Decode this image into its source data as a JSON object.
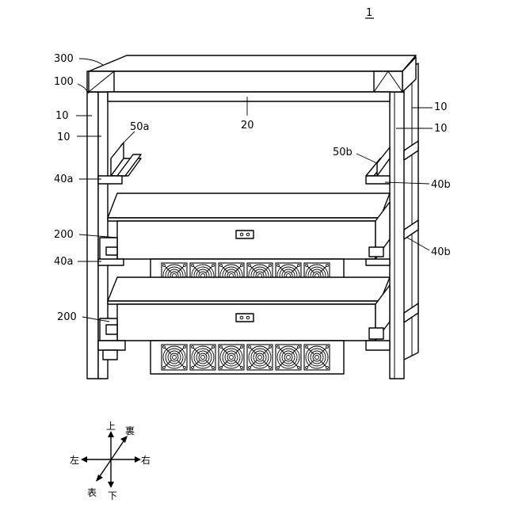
{
  "labels": {
    "figure": "1",
    "top_cover": "300",
    "frame": "100",
    "post_left_outer": "10",
    "post_left_inner": "10",
    "post_right_outer": "10",
    "post_right_inner": "10",
    "beam": "20",
    "rail_left_upper": "50a",
    "rail_right_upper": "50b",
    "support_left_upper": "40a",
    "support_left_lower": "40a",
    "support_right_upper": "40b",
    "support_right_lower": "40b",
    "unit_upper": "200",
    "unit_lower": "200"
  },
  "directions": {
    "up": "上",
    "down": "下",
    "left": "左",
    "right": "右",
    "back": "裏",
    "front": "表"
  }
}
